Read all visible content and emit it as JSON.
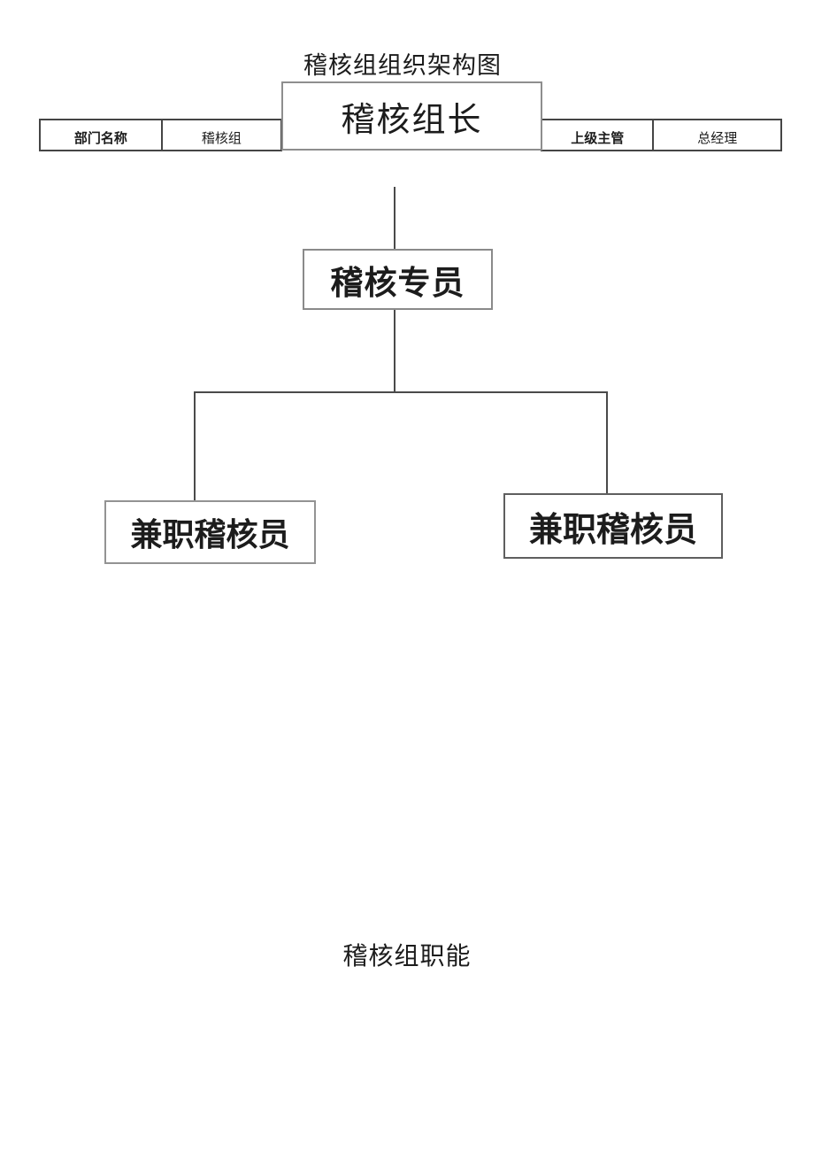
{
  "document": {
    "title": "稽核组组织架构图",
    "footer_heading": "稽核组职能"
  },
  "info_table": {
    "department_label": "部门名称",
    "department_value": "稽核组",
    "supervisor_label": "上级主管",
    "supervisor_value": "总经理"
  },
  "org_chart": {
    "leader": "稽核组长",
    "specialist": "稽核专员",
    "part_time_auditor_left": "兼职稽核员",
    "part_time_auditor_right": "兼职稽核员"
  },
  "colors": {
    "page_background": "#ffffff",
    "text": "#1c1c1c",
    "connector_line": "#4a4a4a",
    "table_border": "#454545",
    "box_border_gray": "#8e8e8e",
    "box_border_dark": "#5f5f5f"
  }
}
